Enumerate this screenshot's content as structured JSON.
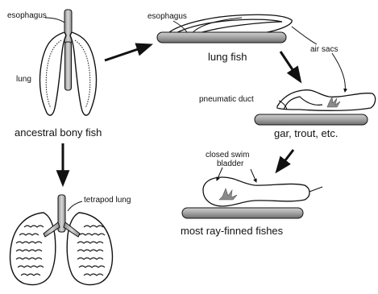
{
  "labels": {
    "esophagus_left": "esophagus",
    "lung": "lung",
    "ancestral": "ancestral bony fish",
    "tetrapod_lung": "tetrapod lung",
    "esophagus_top": "esophagus",
    "lung_fish": "lung fish",
    "air_sacs": "air sacs",
    "pneumatic_duct": "pneumatic duct",
    "gar_trout": "gar, trout, etc.",
    "closed_swim_line1": "closed swim",
    "closed_swim_line2": "bladder",
    "ray_finned": "most ray-finned fishes"
  },
  "colors": {
    "ink": "#111111",
    "tube_fill": "#9a9a9a",
    "organ_fill": "#ffffff",
    "gland": "#888888"
  }
}
